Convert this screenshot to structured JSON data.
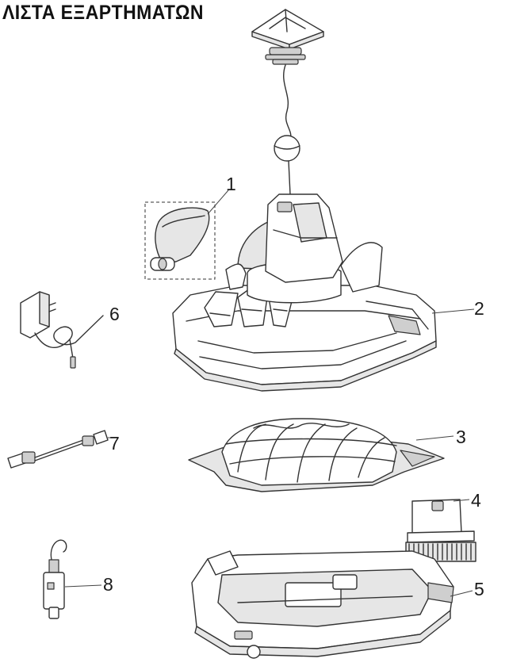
{
  "title": "ΛΙΣΤΑ ΕΞΑΡΤΗΜΑΤΩΝ",
  "callouts": [
    "1",
    "2",
    "3",
    "4",
    "5",
    "6",
    "7",
    "8"
  ]
}
